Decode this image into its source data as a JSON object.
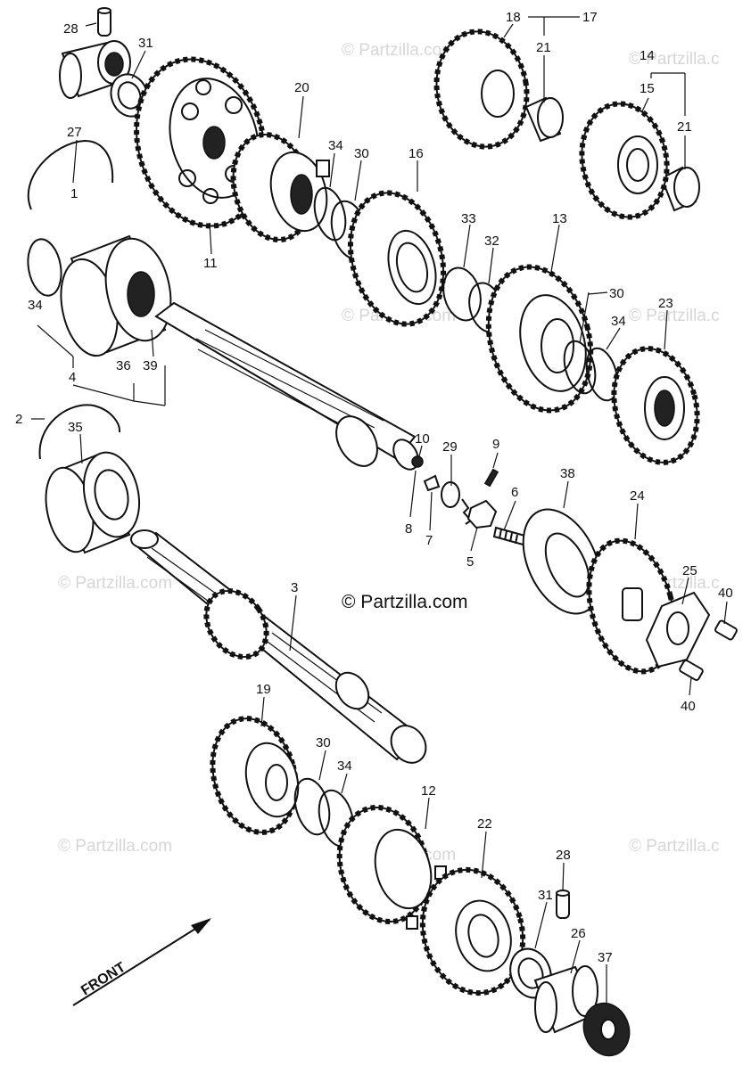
{
  "watermarks": [
    "© Partzilla.com",
    "© Partzilla.c"
  ],
  "center_watermark": "© Partzilla.com",
  "front_label": "FRONT",
  "callouts": {
    "c1": "1",
    "c2": "2",
    "c3": "3",
    "c4": "4",
    "c5": "5",
    "c6": "6",
    "c7": "7",
    "c8": "8",
    "c9": "9",
    "c10": "10",
    "c11": "11",
    "c12": "12",
    "c13": "13",
    "c14": "14",
    "c15": "15",
    "c16": "16",
    "c17": "17",
    "c18": "18",
    "c19": "19",
    "c20": "20",
    "c21": "21",
    "c22": "22",
    "c23": "23",
    "c24": "24",
    "c25": "25",
    "c26": "26",
    "c27": "27",
    "c28": "28",
    "c29": "29",
    "c30": "30",
    "c31": "31",
    "c32": "32",
    "c33": "33",
    "c34": "34",
    "c35": "35",
    "c36": "36",
    "c37": "37",
    "c38": "38",
    "c39": "39",
    "c40": "40"
  }
}
